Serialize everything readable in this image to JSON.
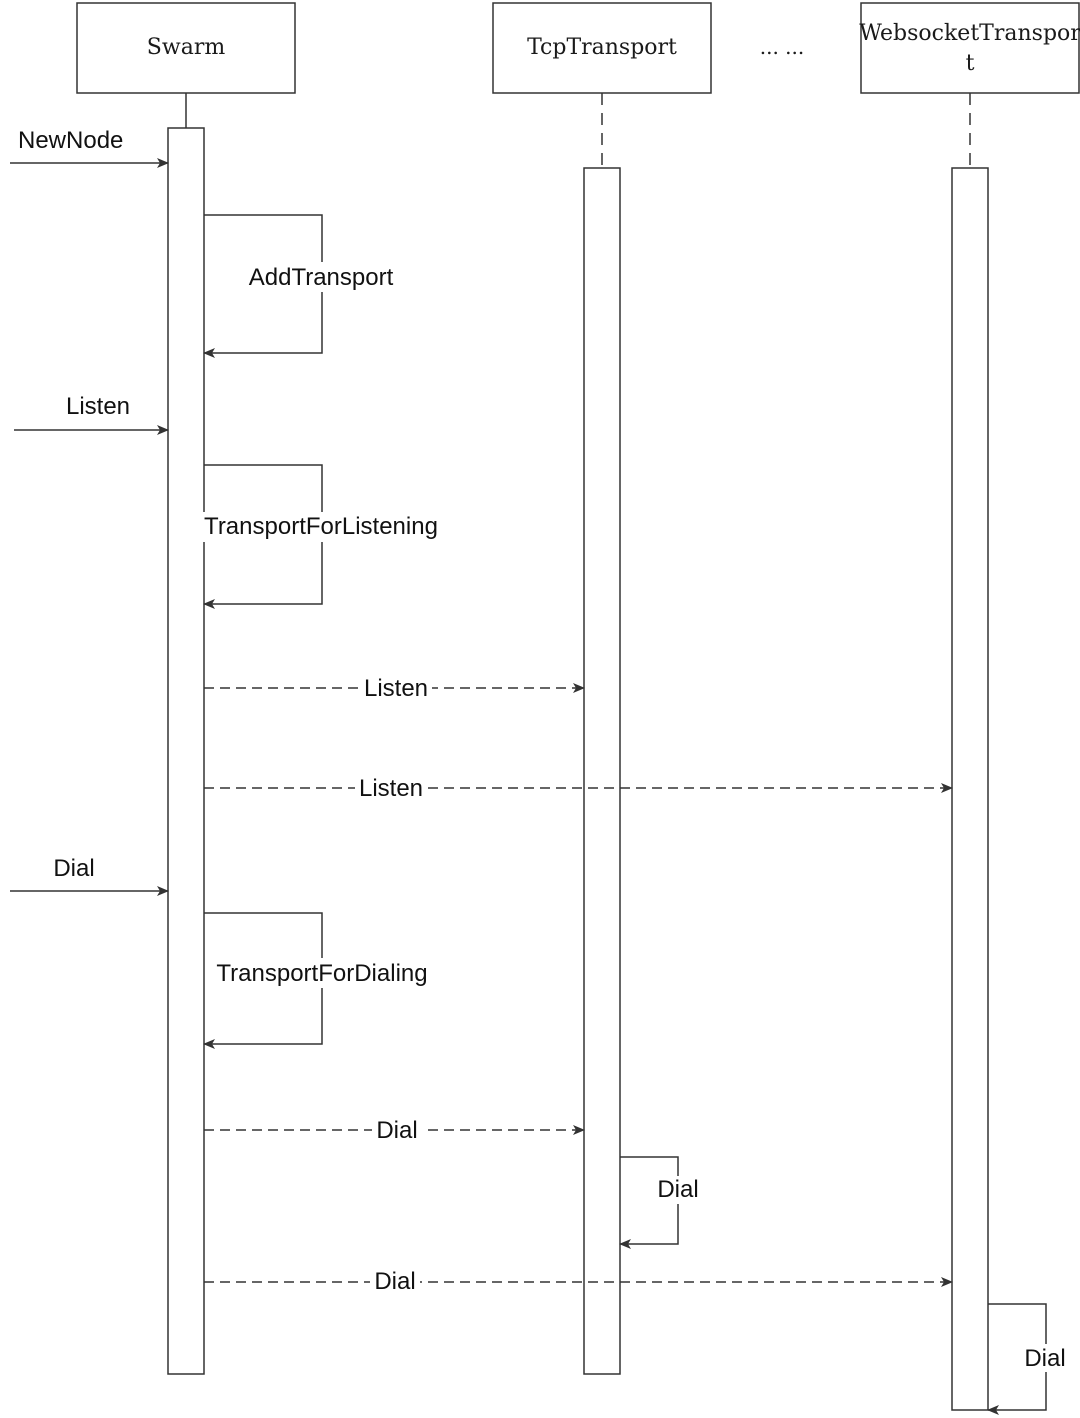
{
  "participants": [
    {
      "id": "swarm",
      "label": "Swarm"
    },
    {
      "id": "tcp",
      "label": "TcpTransport"
    },
    {
      "id": "ws",
      "label_line1": "WebsocketTranspor",
      "label_line2": "t"
    }
  ],
  "ellipsis": "... ...",
  "messages": {
    "newnode": "NewNode",
    "addtransport": "AddTransport",
    "listen_in": "Listen",
    "transportforlistening": "TransportForListening",
    "listen_tcp": "Listen",
    "listen_ws": "Listen",
    "dial_in": "Dial",
    "transportfordialing": "TransportForDialing",
    "dial_tcp": "Dial",
    "dial_tcp_self": "Dial",
    "dial_ws": "Dial",
    "dial_ws_self": "Dial"
  },
  "colors": {
    "stroke": "#333333",
    "background": "#ffffff"
  }
}
